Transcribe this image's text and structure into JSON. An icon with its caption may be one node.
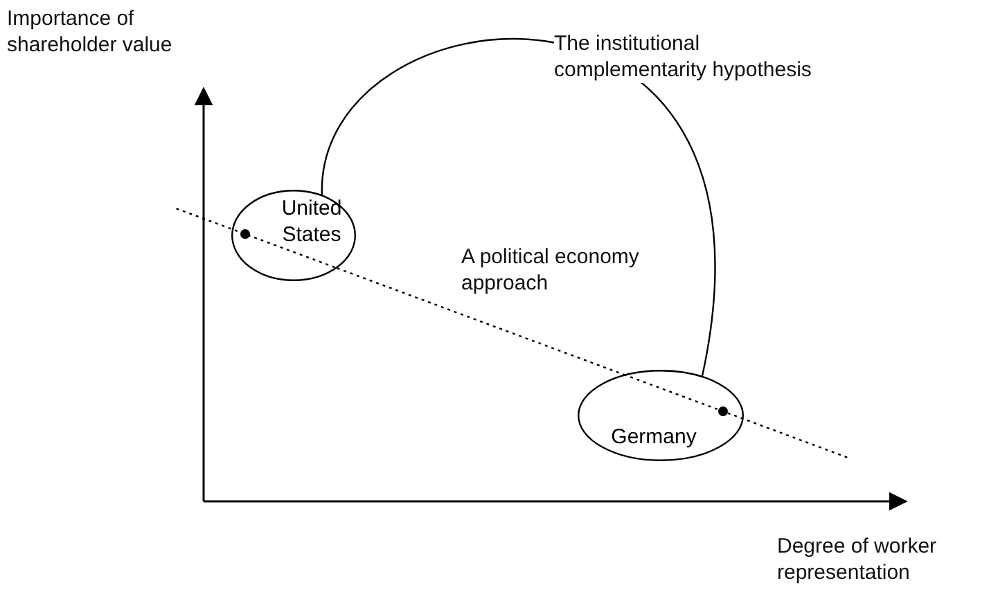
{
  "diagram": {
    "nodes": [
      {
        "text": [
          "United States"
        ]
      },
      {
        "text": [
          "Germany"
        ]
      }
    ],
    "edges": [
      {
        "from": 0,
        "to": 1,
        "arrow": "none",
        "label": "The institutional complementarity hypothesis"
      },
      {
        "from": 0,
        "to": 1,
        "arrow": "none",
        "style": "dashed",
        "label": "A political economy approach"
      }
    ],
    "labels": [
      "Importance of shareholder value",
      "Degree of worker representation"
    ]
  }
}
